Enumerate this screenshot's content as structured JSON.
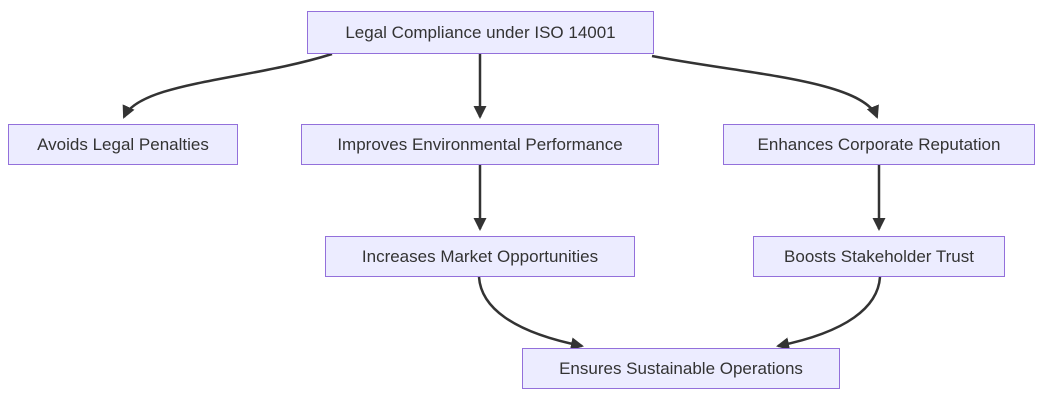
{
  "diagram": {
    "type": "flowchart",
    "direction": "top-down",
    "nodes": [
      {
        "id": "root",
        "label": "Legal Compliance under ISO 14001"
      },
      {
        "id": "penalties",
        "label": "Avoids Legal Penalties"
      },
      {
        "id": "performance",
        "label": "Improves Environmental Performance"
      },
      {
        "id": "reputation",
        "label": "Enhances Corporate Reputation"
      },
      {
        "id": "market",
        "label": "Increases Market Opportunities"
      },
      {
        "id": "trust",
        "label": "Boosts Stakeholder Trust"
      },
      {
        "id": "sustainable",
        "label": "Ensures Sustainable Operations"
      }
    ],
    "edges": [
      {
        "from": "Legal Compliance under ISO 14001",
        "to": "Avoids Legal Penalties"
      },
      {
        "from": "Legal Compliance under ISO 14001",
        "to": "Improves Environmental Performance"
      },
      {
        "from": "Legal Compliance under ISO 14001",
        "to": "Enhances Corporate Reputation"
      },
      {
        "from": "Improves Environmental Performance",
        "to": "Increases Market Opportunities"
      },
      {
        "from": "Enhances Corporate Reputation",
        "to": "Boosts Stakeholder Trust"
      },
      {
        "from": "Increases Market Opportunities",
        "to": "Ensures Sustainable Operations"
      },
      {
        "from": "Boosts Stakeholder Trust",
        "to": "Ensures Sustainable Operations"
      }
    ],
    "colors": {
      "node_fill": "#ECECFF",
      "node_border": "#9370DB",
      "edge": "#333333",
      "text": "#333333",
      "background": "#FFFFFF"
    }
  }
}
